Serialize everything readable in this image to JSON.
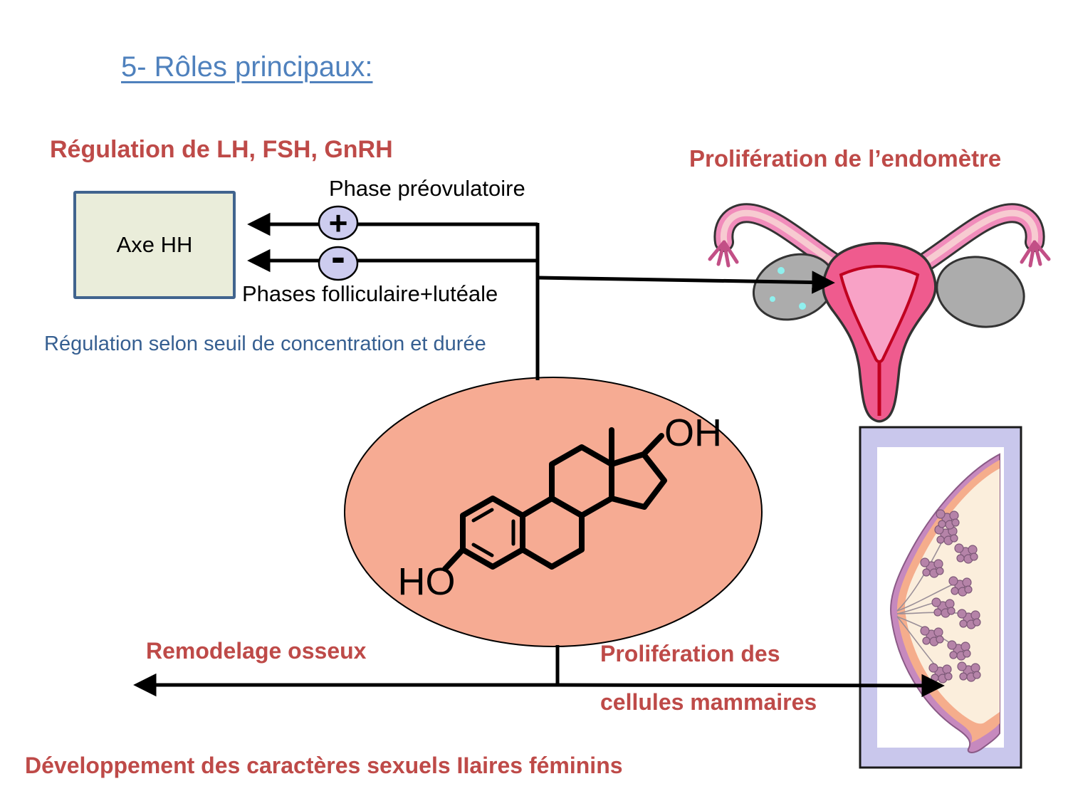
{
  "slide": {
    "title": "5- Rôles principaux:",
    "headings": {
      "regulation": "Régulation de LH, FSH, GnRH",
      "endometre": "Prolifération de l’endomètre",
      "remodelage": "Remodelage osseux",
      "mammaires_line1": "Prolifération des",
      "mammaires_line2": "cellules mammaires",
      "developpement": "Développement des caractères sexuels IIaires féminins"
    },
    "diagram": {
      "axe_hh": "Axe HH",
      "phase_preovulatoire": "Phase préovulatoire",
      "phases_folliculaire_luteale": "Phases folliculaire+lutéale",
      "plus_sign": "+",
      "minus_sign": "-",
      "regulation_seuil": "Régulation selon seuil de concentration et durée"
    },
    "molecule": {
      "oh_top": "OH",
      "ho_bottom": "HO"
    },
    "colors": {
      "title_blue": "#4F81BD",
      "heading_red": "#BE4A48",
      "note_blue": "#365F91",
      "box_fill": "#EAEDDA",
      "box_border": "#41648E",
      "sign_circle_fill": "#CDCCEF",
      "molecule_ellipse_fill": "#F6AB93",
      "breast_frame_fill": "#C9C7EC",
      "uterus_pink": "#EF5B8E",
      "tube_pink": "#F18CBB",
      "ovary_gray": "#ACACAC"
    }
  }
}
